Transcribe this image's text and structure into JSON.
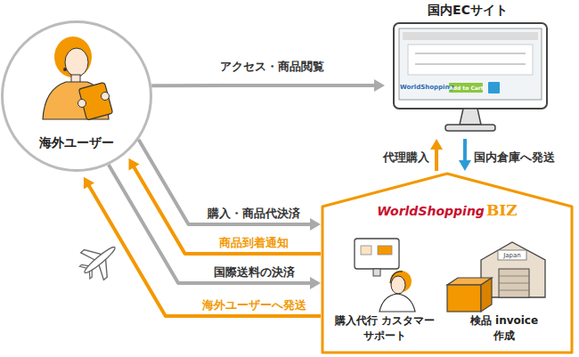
{
  "diagram": {
    "nodes": [
      {
        "text": [
          "海外ユーザー"
        ]
      },
      {
        "text": [
          "国内ECサイト"
        ]
      },
      {
        "text": [
          "WorldShopping",
          "BIZ"
        ]
      }
    ],
    "edges": [
      {
        "from": 0,
        "to": 1,
        "label": "アクセス・商品閲覧",
        "arrow": "to"
      },
      {
        "from": 2,
        "to": 1,
        "label": "代理購入",
        "arrow": "to"
      },
      {
        "from": 1,
        "to": 2,
        "label": "国内倉庫へ発送",
        "arrow": "to"
      },
      {
        "from": 0,
        "to": 2,
        "label": "購入・商品代決済",
        "arrow": "to"
      },
      {
        "from": 2,
        "to": 0,
        "label": "商品到着通知",
        "arrow": "to"
      },
      {
        "from": 0,
        "to": 2,
        "label": "国際送料の決済",
        "arrow": "to"
      },
      {
        "from": 2,
        "to": 0,
        "label": "海外ユーザーへ発送",
        "arrow": "to"
      }
    ],
    "labels": [
      "購入代行 カスタマーサポート",
      "検品 invoice作成",
      "WorldShopping",
      "Add to Cart",
      "Japan"
    ]
  }
}
